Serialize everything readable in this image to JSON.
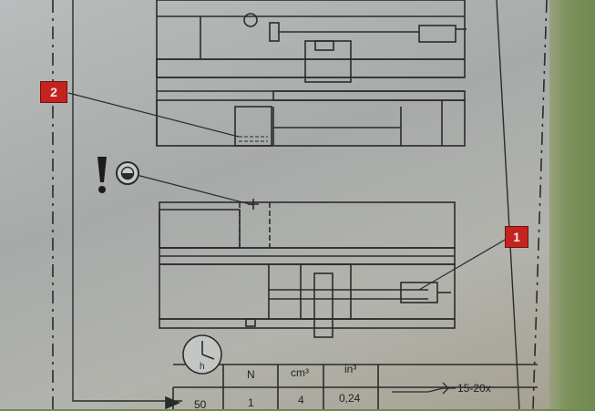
{
  "markers": [
    {
      "id": "m2",
      "label": "2"
    },
    {
      "id": "m1",
      "label": "1"
    }
  ],
  "table": {
    "headers": [
      "N",
      "cm³",
      "in³"
    ],
    "row": [
      "50",
      "1",
      "4",
      "0,24"
    ],
    "oil_note": "15-20x"
  },
  "colors": {
    "marker_red": "#c4231f",
    "line_dark": "#2a2b2b",
    "plate_gray": "#b0b2b0"
  },
  "icons": [
    "clock-icon",
    "warning-icon",
    "oil-gauge-icon",
    "oil-can-icon"
  ]
}
